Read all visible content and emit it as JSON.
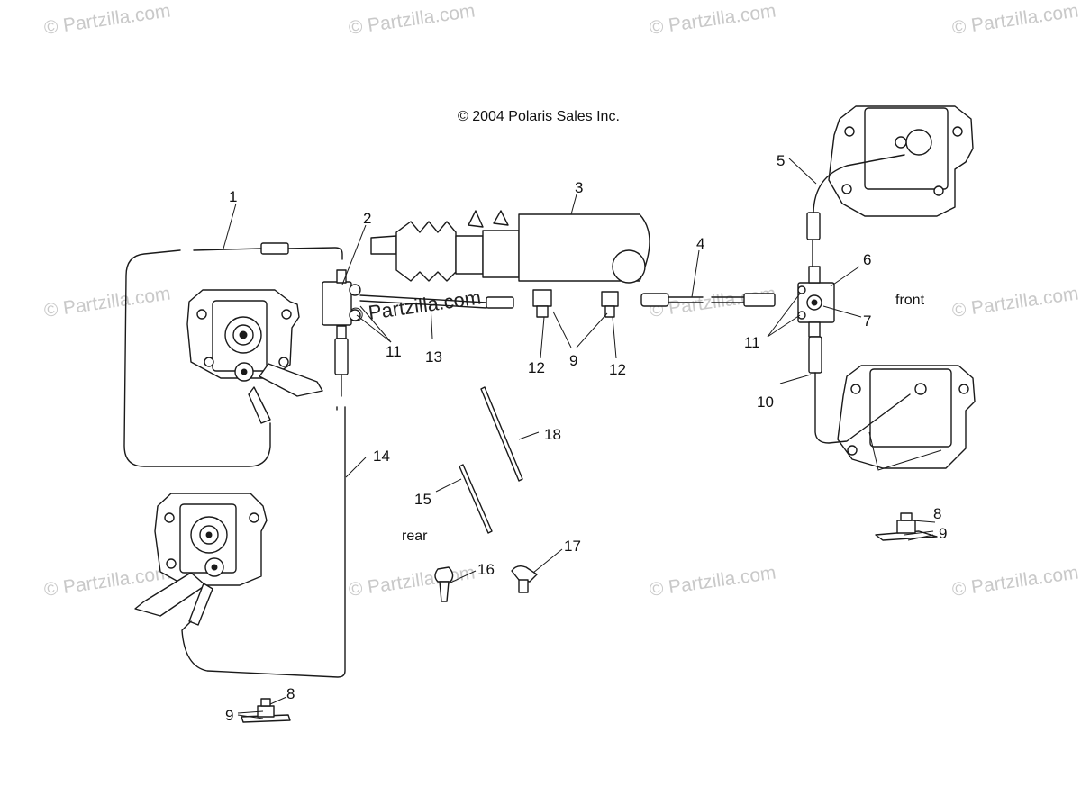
{
  "copyright": "© 2004 Polaris Sales Inc.",
  "watermark": "© Partzilla.com",
  "labels": {
    "front": "front",
    "rear": "rear"
  },
  "callouts": [
    "1",
    "2",
    "3",
    "4",
    "5",
    "6",
    "7",
    "8",
    "8",
    "9",
    "9",
    "9",
    "10",
    "11",
    "11",
    "12",
    "12",
    "13",
    "14",
    "15",
    "16",
    "17",
    "18"
  ],
  "colors": {
    "line": "#1a1a1a",
    "watermark": "#c9c9c9",
    "background": "#ffffff"
  }
}
